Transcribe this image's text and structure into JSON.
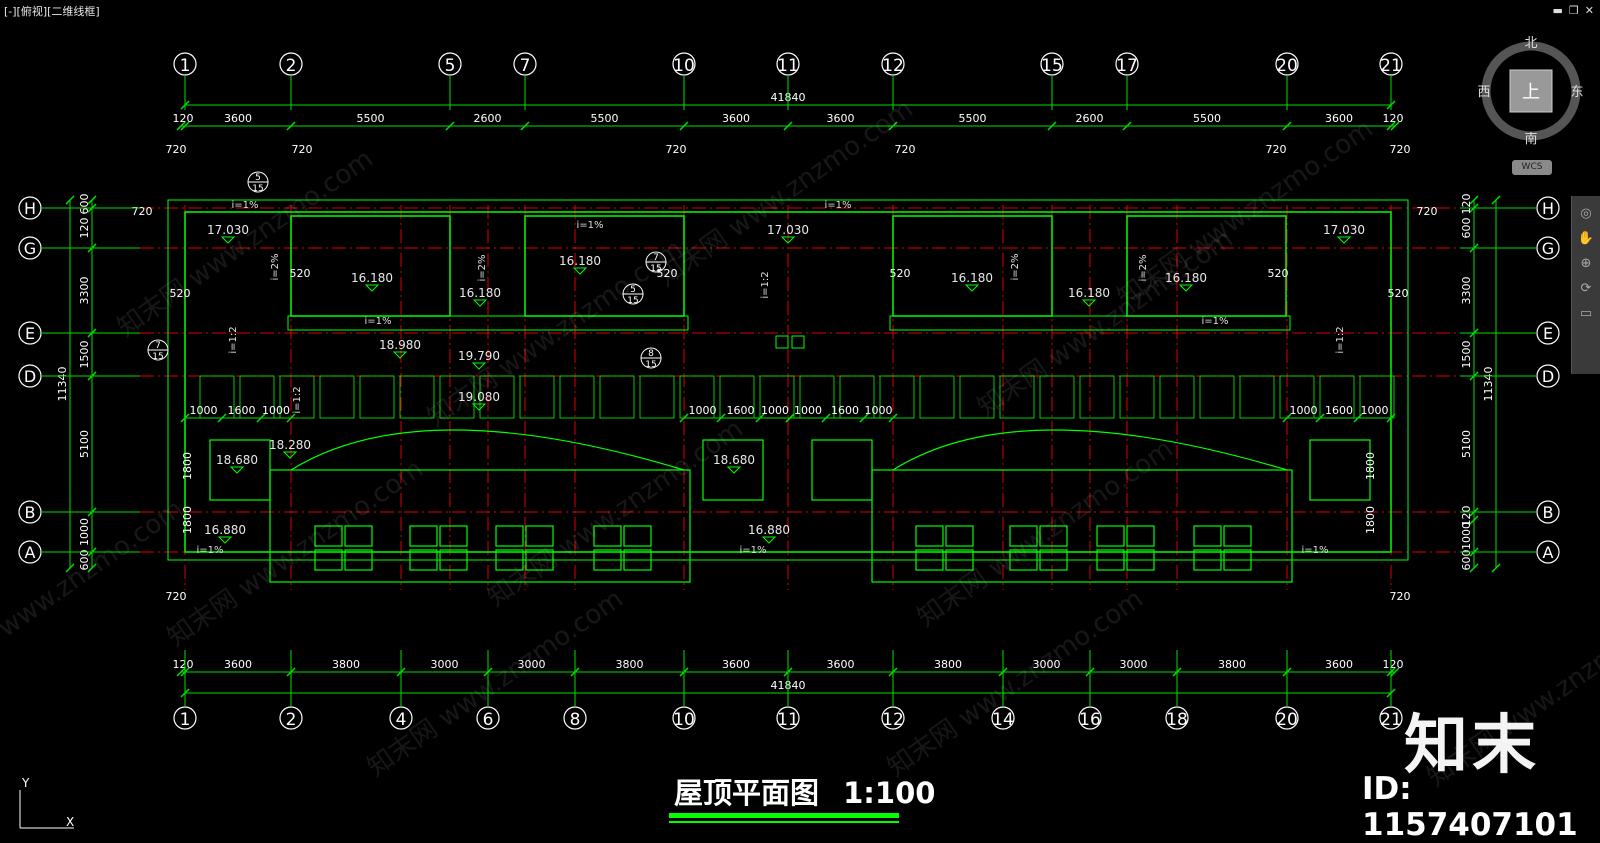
{
  "viewport_label": "[-][俯视][二维线框]",
  "window_controls": [
    "▬",
    "❐",
    "✕"
  ],
  "title": "屋顶平面图",
  "scale": "1:100",
  "id_text": "ID: 1157407101",
  "brand": "知末",
  "watermark": "知末网 www.znzmo.com",
  "compass": {
    "north": "北",
    "south": "南",
    "east": "东",
    "west": "西",
    "top": "上",
    "wcs": "WCS"
  },
  "ucs": {
    "y": "Y",
    "x": "X"
  },
  "top_axes": [
    "1",
    "2",
    "5",
    "7",
    "10",
    "11",
    "12",
    "15",
    "17",
    "20",
    "21"
  ],
  "bottom_axes": [
    "1",
    "2",
    "4",
    "6",
    "8",
    "10",
    "11",
    "12",
    "14",
    "16",
    "18",
    "20",
    "21"
  ],
  "row_axes": [
    "H",
    "G",
    "E",
    "D",
    "B",
    "A"
  ],
  "top_total": "41840",
  "top_dims": [
    "120",
    "3600",
    "5500",
    "2600",
    "5500",
    "3600",
    "3600",
    "5500",
    "2600",
    "5500",
    "3600",
    "120"
  ],
  "bottom_total": "41840",
  "bottom_dims": [
    "120",
    "3600",
    "3800",
    "3000",
    "3000",
    "3800",
    "3600",
    "3600",
    "3800",
    "3000",
    "3000",
    "3800",
    "3600",
    "120"
  ],
  "side_total": "11340",
  "side_dims": [
    "600",
    "120",
    "3300",
    "1500",
    "5100",
    "1000",
    "600"
  ],
  "right_side_dims": [
    "120",
    "600",
    "3300",
    "1500",
    "5100",
    "120",
    "1000",
    "600"
  ],
  "small_dims": [
    "720",
    "720",
    "720",
    "720",
    "720",
    "720",
    "720",
    "720",
    "720",
    "720"
  ],
  "mid_dims": [
    "1000",
    "1600",
    "1000",
    "1000",
    "1600",
    "1000",
    "1000",
    "1600",
    "1000",
    "1000",
    "1600",
    "1000"
  ],
  "inner_dims": [
    "1800",
    "1800",
    "1800",
    "1800"
  ],
  "offsets": [
    "520",
    "520",
    "520",
    "520",
    "520",
    "520"
  ],
  "elevations": [
    "17.030",
    "17.030",
    "17.030",
    "16.180",
    "16.180",
    "16.180",
    "16.180",
    "16.180",
    "16.180",
    "18.980",
    "19.790",
    "19.080",
    "18.280",
    "18.680",
    "18.680",
    "16.880",
    "16.880"
  ],
  "slopes": [
    "i=1%",
    "i=2%",
    "i=1:2"
  ],
  "callouts": [
    {
      "num": "5",
      "sheet": "15"
    },
    {
      "num": "7",
      "sheet": "15"
    },
    {
      "num": "5",
      "sheet": "15"
    },
    {
      "num": "7",
      "sheet": "15"
    },
    {
      "num": "8",
      "sheet": "15"
    }
  ],
  "colors": {
    "line": "#00ff00",
    "axis": "#e00000",
    "dim": "#00e000",
    "text": "#ffffff",
    "bg": "#000000"
  }
}
